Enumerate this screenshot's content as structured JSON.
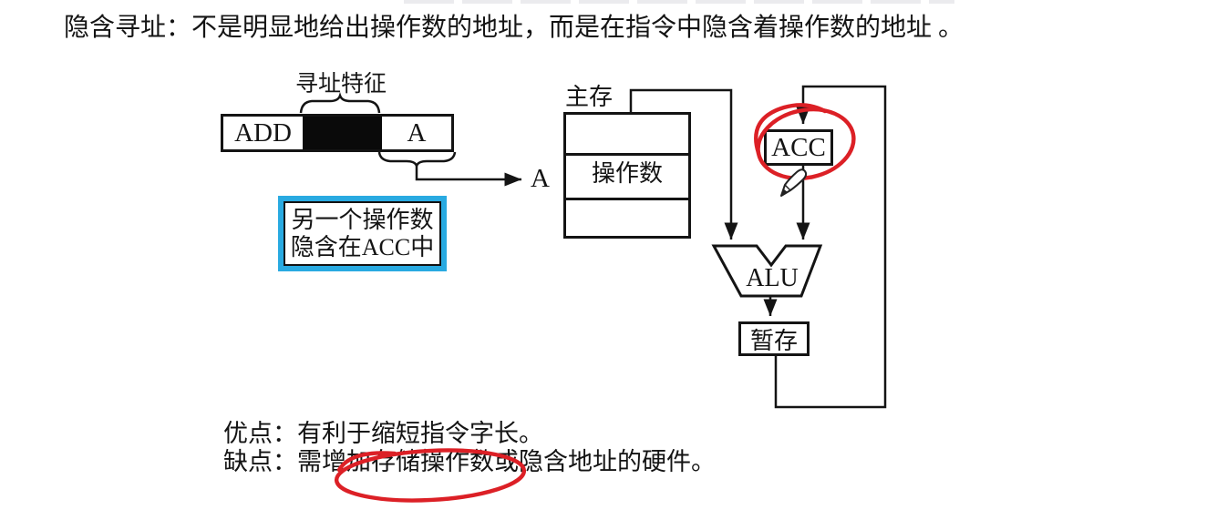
{
  "header": {
    "title": "隐含寻址：不是明显地给出操作数的地址，而是在指令中隐含着操作数的地址 。"
  },
  "instruction": {
    "opcode": "ADD",
    "mode_field": "",
    "address_field": "A",
    "brace_label": "寻址特征",
    "effective_address": "A"
  },
  "callout": {
    "line1": "另一个操作数",
    "line2": "隐含在ACC中"
  },
  "memory": {
    "label": "主存",
    "operand": "操作数"
  },
  "processor": {
    "acc": "ACC",
    "alu": "ALU",
    "temp": "暂存"
  },
  "notes": {
    "advantage": "优点：有利于缩短指令字长。",
    "disadvantage": "缺点：需增加存储操作数或隐含地址的硬件。"
  },
  "annotations": {
    "circled_block": "ACC",
    "circled_phrase": "增加存储操作数"
  },
  "icons": {
    "pen": "pen-annotation-cursor"
  },
  "colors": {
    "annotation_red": "#dc2026",
    "callout_blue": "#29aae1"
  }
}
